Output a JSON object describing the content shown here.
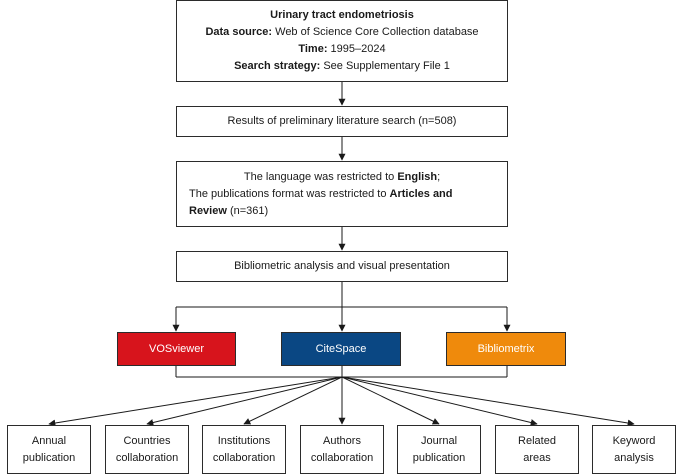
{
  "source_box": {
    "title": "Urinary tract endometriosis",
    "data_source_label": "Data source:",
    "data_source_value": " Web of Science Core Collection database",
    "time_label": "Time:",
    "time_value": " 1995–2024",
    "strategy_label": "Search strategy:",
    "strategy_value": " See Supplementary File 1"
  },
  "results_box": {
    "text": "Results of preliminary literature search (n=508)"
  },
  "filter_box": {
    "line1_prefix": "The language was restricted to ",
    "line1_bold": "English",
    "line1_suffix": ";",
    "line2_prefix": "The publications format was restricted to ",
    "line2_bold": "Articles and",
    "line3_bold": "Review",
    "line3_suffix": " (n=361)"
  },
  "analysis_box": {
    "text": "Bibliometric analysis and visual presentation"
  },
  "tools": [
    {
      "label": "VOSviewer",
      "color": "#d7141c"
    },
    {
      "label": "CiteSpace",
      "color": "#0a4783"
    },
    {
      "label": "Bibliometrix",
      "color": "#ef8a0c"
    }
  ],
  "outputs": [
    {
      "line1": "Annual",
      "line2": "publication"
    },
    {
      "line1": "Countries",
      "line2": "collaboration"
    },
    {
      "line1": "Institutions",
      "line2": "collaboration"
    },
    {
      "line1": "Authors",
      "line2": "collaboration"
    },
    {
      "line1": "Journal",
      "line2": "publication"
    },
    {
      "line1": "Related",
      "line2": "areas"
    },
    {
      "line1": "Keyword",
      "line2": "analysis"
    }
  ]
}
